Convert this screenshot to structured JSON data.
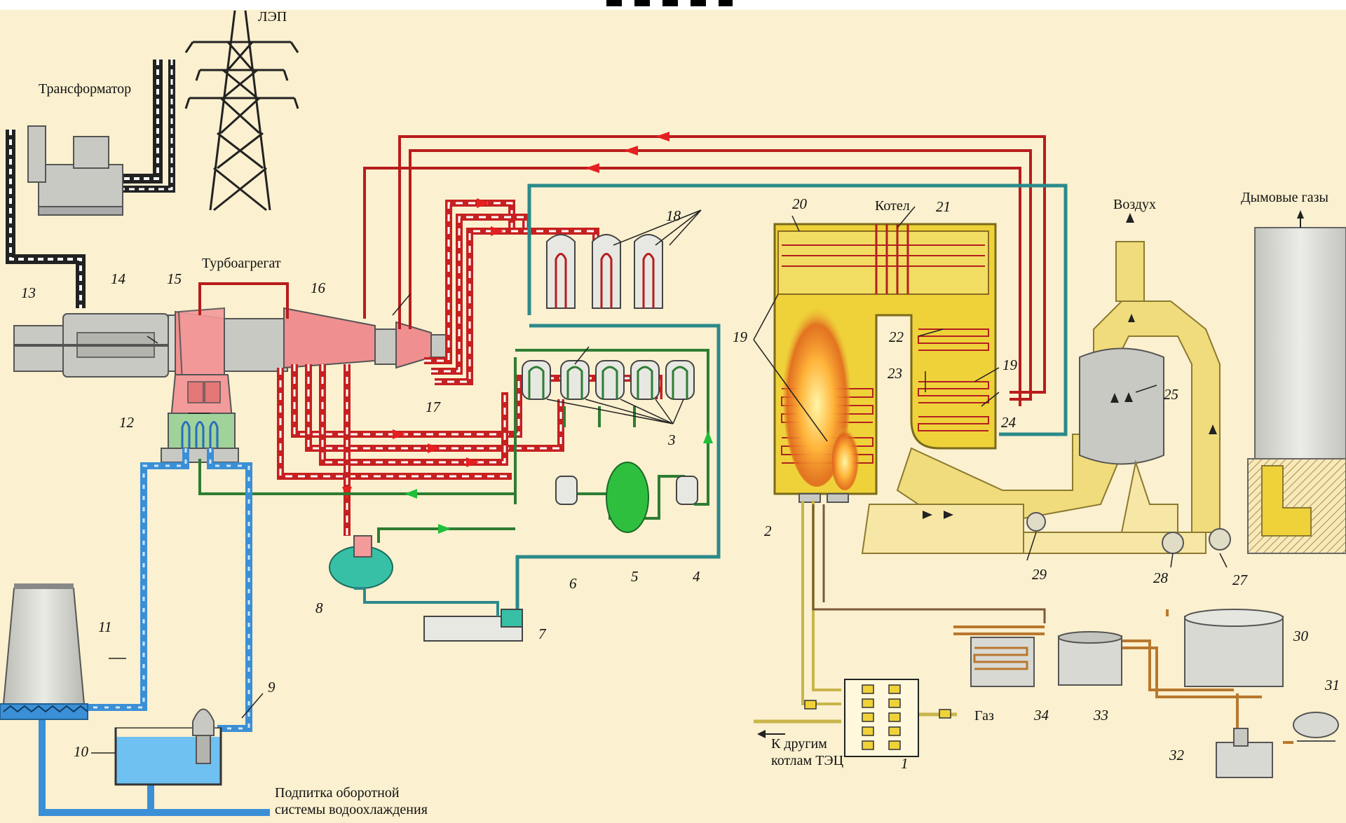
{
  "title": "",
  "labels": {
    "power_line": "ЛЭП",
    "transformer": "Трансформатор",
    "turbine_unit": "Турбоагрегат",
    "boiler": "Котел",
    "air": "Воздух",
    "flue_gases": "Дымовые газы",
    "gas": "Газ",
    "to_other_boilers_1": "К другим",
    "to_other_boilers_2": "котлам ТЭЦ",
    "makeup_1": "Подпитка оборотной",
    "makeup_2": "системы водоохлаждения"
  },
  "numbers": {
    "n1": "1",
    "n2": "2",
    "n3": "3",
    "n4": "4",
    "n5": "5",
    "n6": "6",
    "n7": "7",
    "n8": "8",
    "n9": "9",
    "n10": "10",
    "n11": "11",
    "n12": "12",
    "n13": "13",
    "n14": "14",
    "n15": "15",
    "n16": "16",
    "n17": "17",
    "n18": "18",
    "n19a": "19",
    "n19b": "19",
    "n20": "20",
    "n21": "21",
    "n22": "22",
    "n23": "23",
    "n24": "24",
    "n25": "25",
    "n27": "27",
    "n28": "28",
    "n29": "29",
    "n30": "30",
    "n31": "31",
    "n32": "32",
    "n33": "33",
    "n34": "34"
  },
  "colors": {
    "background": "#fbf0cf",
    "steam": "#b81c1c",
    "feedwater": "#2e7d32",
    "cooling_water": "#3b8fd6",
    "teal_line": "#2b8a8a",
    "boiler_yellow": "#efd23a",
    "air_duct": "#f0dc7c",
    "equipment_gray": "#c9c9c4",
    "fuel_oil": "#b8782e"
  }
}
